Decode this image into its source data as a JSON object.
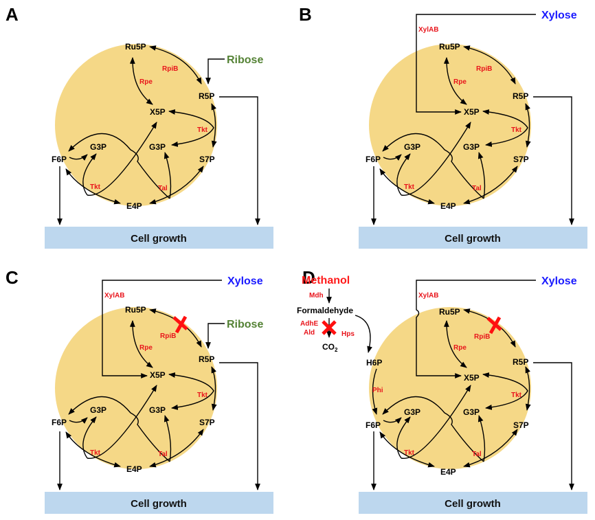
{
  "colors": {
    "circle_fill": "#f5d887",
    "growth_bar": "#bdd7ee",
    "enzyme": "#e8141b",
    "ribose": "#548235",
    "xylose": "#1a1aff",
    "methanol": "#ff1a1a",
    "knockout_mark": "#ff1010"
  },
  "panels": [
    {
      "id": "A",
      "letter": "A",
      "metabolites": {
        "ru5p": "Ru5P",
        "r5p": "R5P",
        "x5p": "X5P",
        "g3p_left": "G3P",
        "g3p_right": "G3P",
        "f6p": "F6P",
        "s7p": "S7P",
        "e4p": "E4P"
      },
      "enzymes": {
        "rpib": "RpiB",
        "rpe": "Rpe",
        "tkt_right": "Tkt",
        "tkt_left": "Tkt",
        "tal": "Tal"
      },
      "inputs": [
        {
          "name": "Ribose",
          "color_key": "ribose"
        }
      ],
      "knockouts": [],
      "output": "Cell growth"
    },
    {
      "id": "B",
      "letter": "B",
      "metabolites": {
        "ru5p": "Ru5P",
        "r5p": "R5P",
        "x5p": "X5P",
        "g3p_left": "G3P",
        "g3p_right": "G3P",
        "f6p": "F6P",
        "s7p": "S7P",
        "e4p": "E4P"
      },
      "enzymes": {
        "rpib": "RpiB",
        "rpe": "Rpe",
        "tkt_right": "Tkt",
        "tkt_left": "Tkt",
        "tal": "Tal",
        "xylab": "XylAB"
      },
      "inputs": [
        {
          "name": "Xylose",
          "color_key": "xylose"
        }
      ],
      "knockouts": [],
      "output": "Cell growth"
    },
    {
      "id": "C",
      "letter": "C",
      "metabolites": {
        "ru5p": "Ru5P",
        "r5p": "R5P",
        "x5p": "X5P",
        "g3p_left": "G3P",
        "g3p_right": "G3P",
        "f6p": "F6P",
        "s7p": "S7P",
        "e4p": "E4P"
      },
      "enzymes": {
        "rpib": "RpiB",
        "rpe": "Rpe",
        "tkt_right": "Tkt",
        "tkt_left": "Tkt",
        "tal": "Tal",
        "xylab": "XylAB"
      },
      "inputs": [
        {
          "name": "Xylose",
          "color_key": "xylose"
        },
        {
          "name": "Ribose",
          "color_key": "ribose"
        }
      ],
      "knockouts": [
        "RpiB"
      ],
      "output": "Cell growth"
    },
    {
      "id": "D",
      "letter": "D",
      "metabolites": {
        "ru5p": "Ru5P",
        "r5p": "R5P",
        "x5p": "X5P",
        "g3p_left": "G3P",
        "g3p_right": "G3P",
        "f6p": "F6P",
        "s7p": "S7P",
        "e4p": "E4P",
        "h6p": "H6P"
      },
      "enzymes": {
        "rpib": "RpiB",
        "rpe": "Rpe",
        "tkt_right": "Tkt",
        "tkt_left": "Tkt",
        "tal": "Tal",
        "xylab": "XylAB",
        "phi": "Phi",
        "mdh": "Mdh",
        "hps": "Hps",
        "adhe": "AdhE",
        "ald": "Ald"
      },
      "inputs": [
        {
          "name": "Xylose",
          "color_key": "xylose"
        },
        {
          "name": "Methanol",
          "color_key": "methanol"
        }
      ],
      "methanol_branch": {
        "formaldehyde": "Formaldehyde",
        "co2_main": "CO",
        "co2_sub": "2"
      },
      "knockouts": [
        "RpiB",
        "AdhE/Ald"
      ],
      "output": "Cell growth"
    }
  ]
}
